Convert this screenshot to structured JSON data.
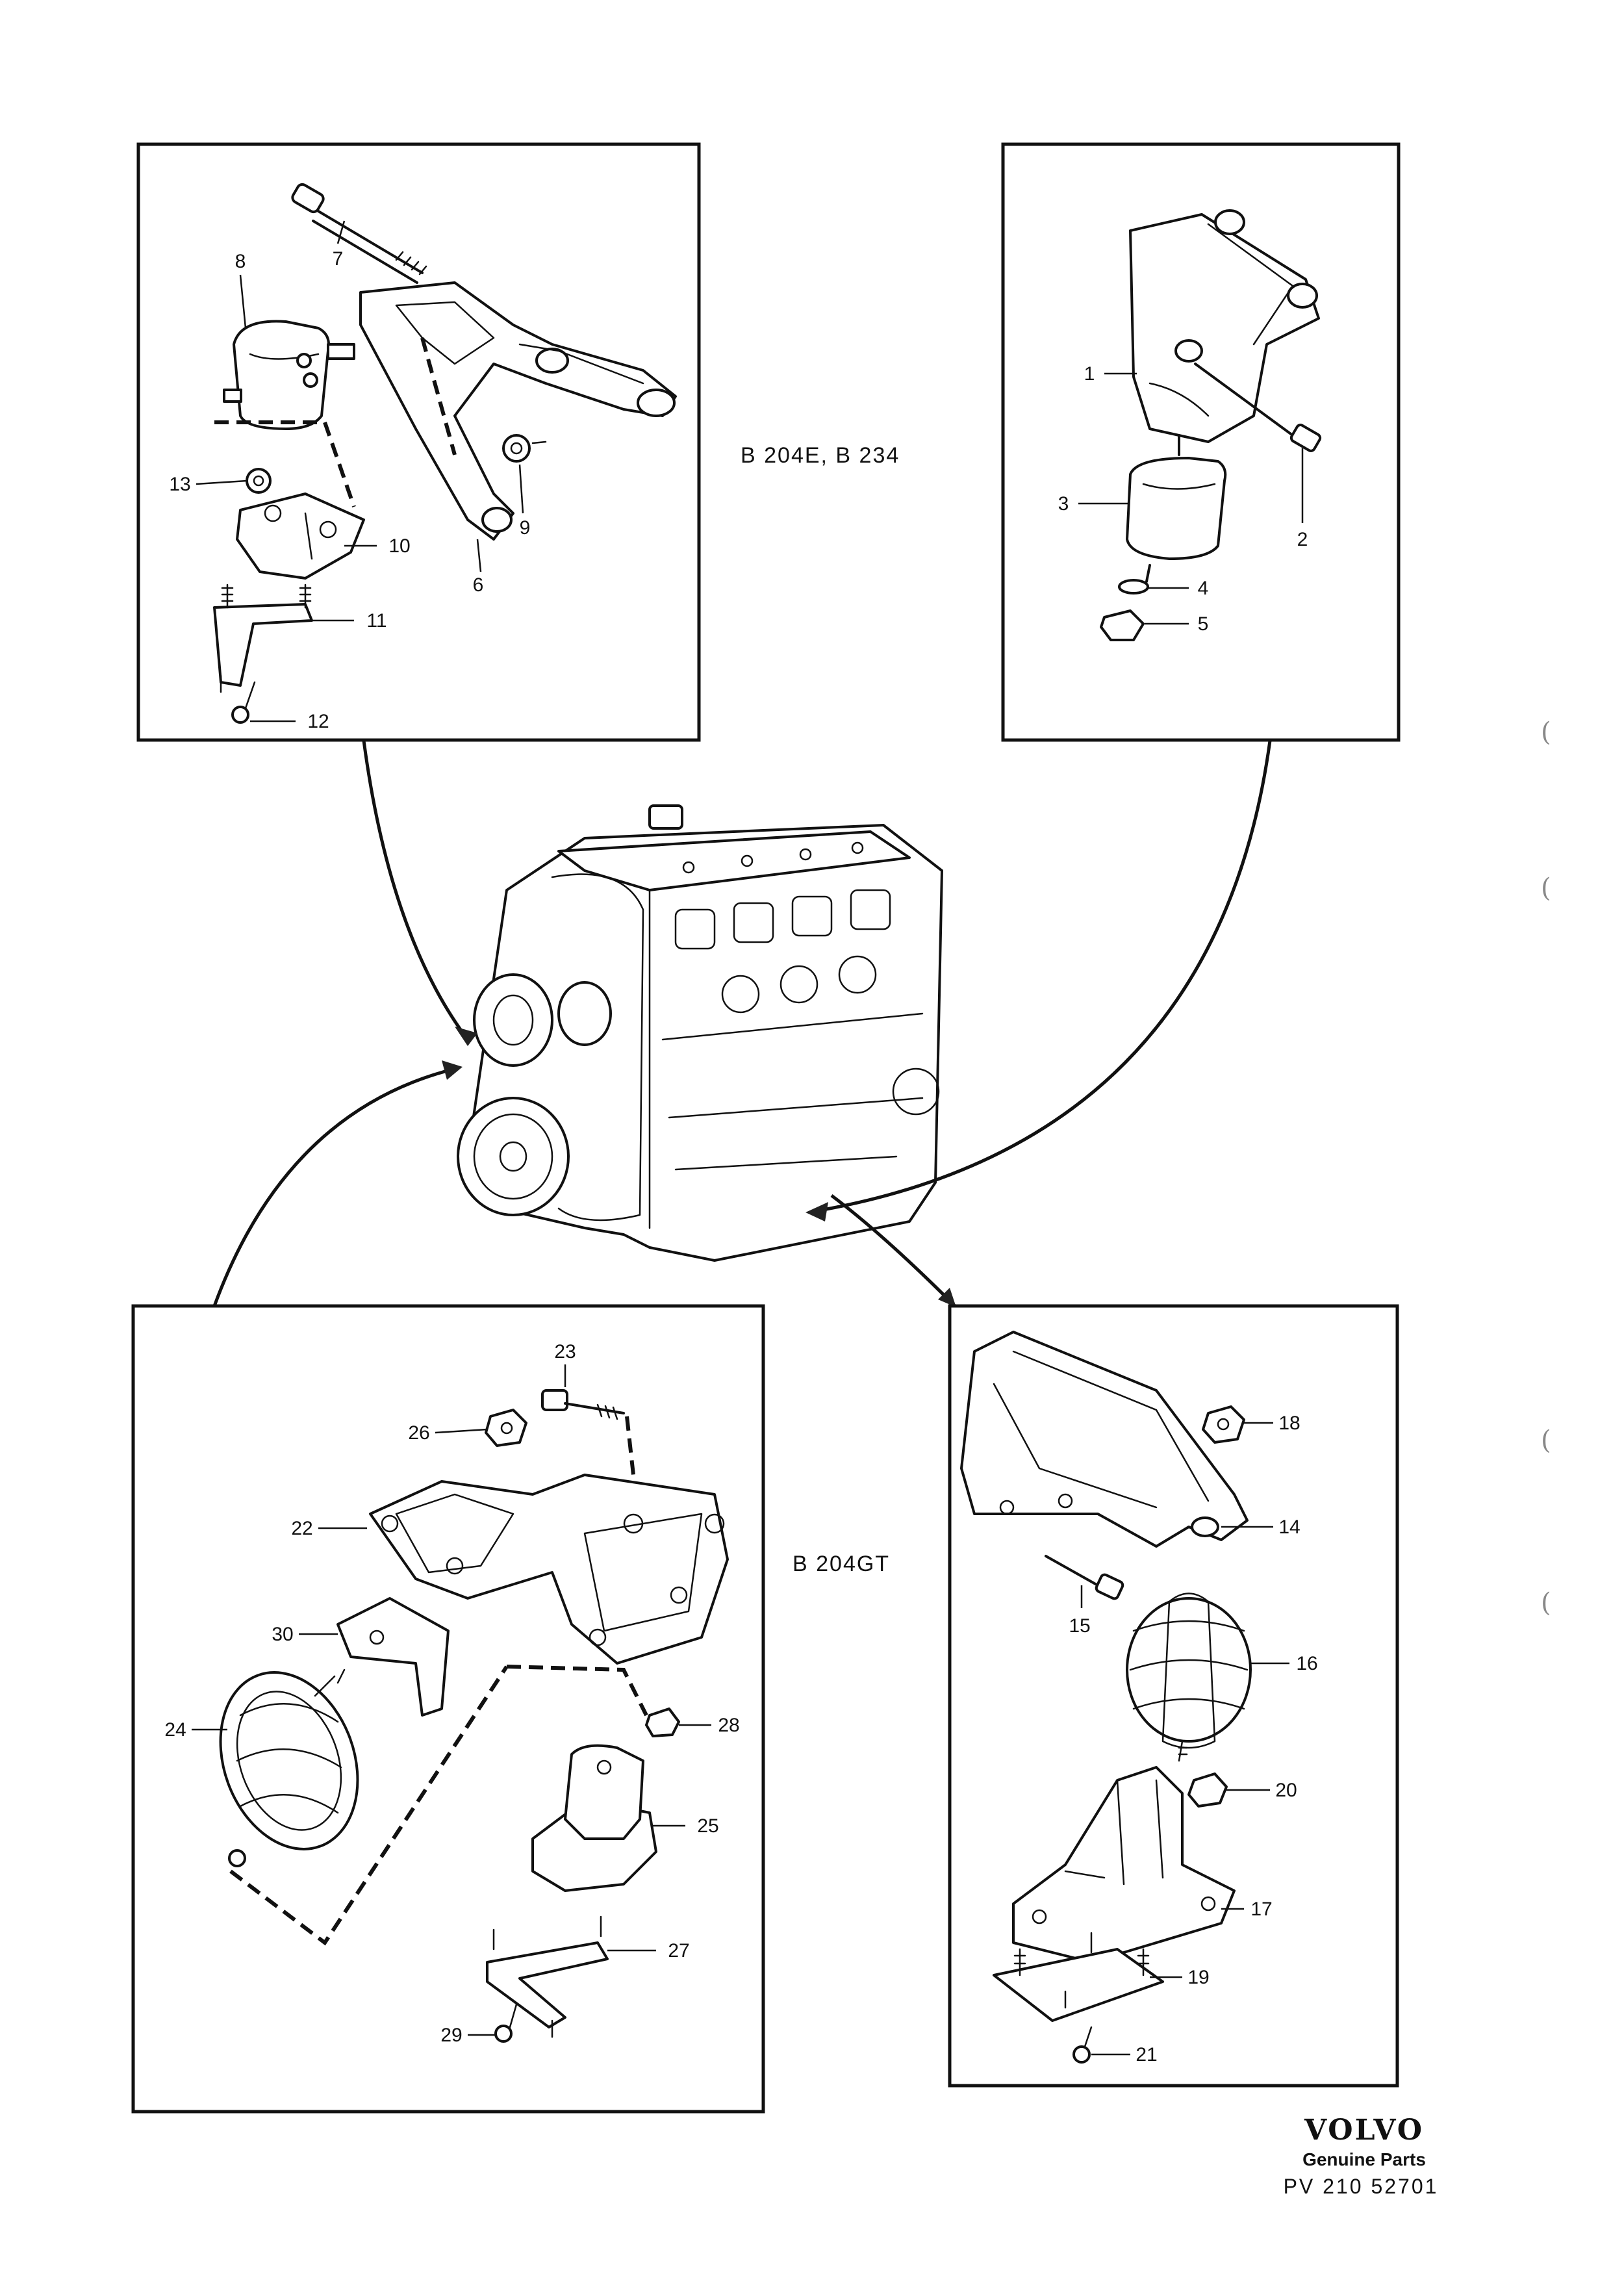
{
  "brand": {
    "logo": "VOLVO",
    "subtitle": "Genuine Parts",
    "code": "PV 210 52701"
  },
  "engine_labels": {
    "upper": "B 204E, B 234",
    "lower": "B 204GT"
  },
  "panels": {
    "top_left": {
      "callouts": [
        "6",
        "7",
        "8",
        "9",
        "10",
        "11",
        "12",
        "13"
      ]
    },
    "top_right": {
      "callouts": [
        "1",
        "2",
        "3",
        "4",
        "5"
      ]
    },
    "bottom_left": {
      "callouts": [
        "22",
        "23",
        "24",
        "25",
        "26",
        "27",
        "28",
        "29",
        "30"
      ]
    },
    "bottom_right": {
      "callouts": [
        "14",
        "15",
        "16",
        "17",
        "18",
        "19",
        "20",
        "21"
      ]
    }
  },
  "margin_marks": [
    "(",
    "(",
    "(",
    "("
  ],
  "colors": {
    "ink": "#111111",
    "paper": "#ffffff"
  }
}
